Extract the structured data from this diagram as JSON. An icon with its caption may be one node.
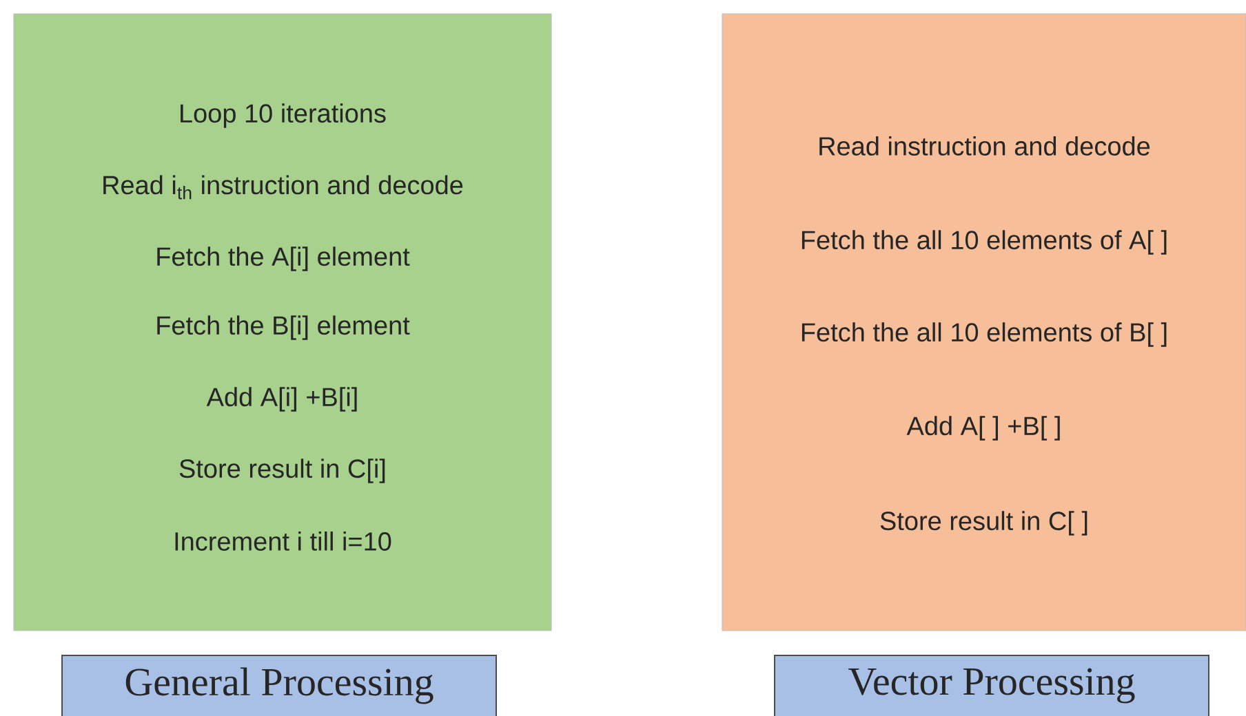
{
  "diagram": {
    "nodes": [
      {
        "text": [
          "Loop 10 iterations",
          "Read i$_{th}$ instruction and decode",
          "Fetch the A[i] element",
          "Fetch the B[i] element",
          "Add A[i] +B[i]",
          "Store result in C[i]",
          "Increment i till i=10"
        ]
      },
      {
        "text": [
          "Read instruction and decode",
          "Fetch the all 10 elements of A[ ]",
          "Fetch the all 10 elements of B[ ]",
          "Add A[ ] +B[ ]",
          "Store result in C[ ]"
        ]
      },
      {
        "text": [
          "General Processing"
        ]
      },
      {
        "text": [
          "Vector Processing"
        ]
      }
    ]
  }
}
